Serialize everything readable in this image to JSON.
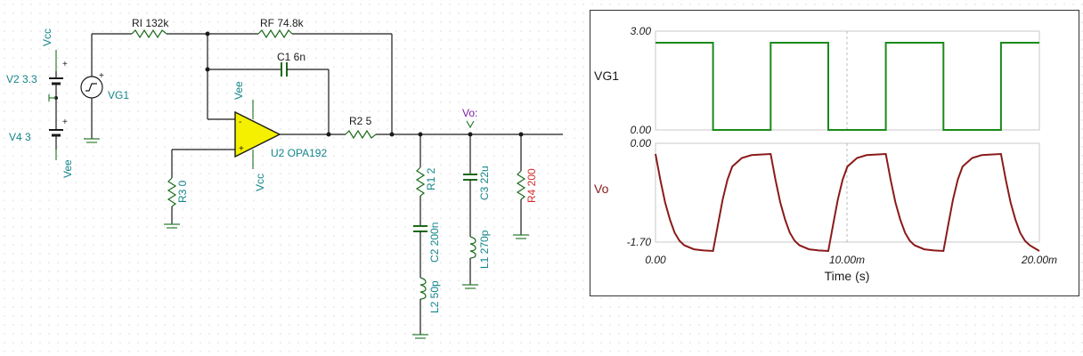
{
  "schematic": {
    "components": {
      "vcc_top": "Vcc",
      "vee_bottom": "Vee",
      "v2": "V2 3.3",
      "v4": "V4 3",
      "vg1": "VG1",
      "ri": "RI 132k",
      "rf": "RF 74.8k",
      "c1": "C1 6n",
      "opamp_vee": "Vee",
      "opamp_vcc": "Vcc",
      "u2": "U2 OPA192",
      "r2": "R2 5",
      "r3": "R3 0",
      "vo_probe": "Vo:",
      "r1": "R1 2",
      "c2": "C2 200n",
      "l2": "L2 50p",
      "c3": "C3 22u",
      "l1": "L1 270p",
      "r4": "R4 200",
      "plus": "+",
      "minus": "-"
    }
  },
  "chart_data": [
    {
      "type": "line",
      "title": "",
      "ylabel": "VG1",
      "xlabel": "",
      "ylim": [
        0,
        3
      ],
      "yticks": [
        "3.00",
        "0.00"
      ],
      "color": "#1a8a1a",
      "x": [
        0,
        3.0,
        3.0,
        6.0,
        6.0,
        9.0,
        9.0,
        12.0,
        12.0,
        15.0,
        15.0,
        18.0,
        18.0,
        20.0
      ],
      "y": [
        3,
        3,
        0,
        0,
        3,
        3,
        0,
        0,
        3,
        3,
        0,
        0,
        3,
        3
      ]
    },
    {
      "type": "line",
      "title": "",
      "ylabel": "Vo",
      "xlabel": "Time (s)",
      "ylim": [
        -1.7,
        0
      ],
      "yticks": [
        "0.00",
        "-1.70"
      ],
      "xticks": [
        "0.00",
        "10.00m",
        "20.00m"
      ],
      "xlim": [
        0,
        20
      ],
      "color": "#8b1a1a",
      "x": [
        0,
        0.25,
        0.5,
        0.75,
        1.0,
        1.25,
        1.5,
        2.0,
        2.5,
        3.0,
        3.25,
        3.5,
        3.75,
        4.0,
        4.5,
        5.0,
        5.5,
        6.0,
        6.25,
        6.5,
        6.75,
        7.0,
        7.25,
        7.5,
        8.0,
        8.5,
        9.0,
        9.25,
        9.5,
        9.75,
        10.0,
        10.5,
        11.0,
        11.5,
        12.0,
        12.25,
        12.5,
        12.75,
        13.0,
        13.25,
        13.5,
        14.0,
        14.5,
        15.0,
        15.25,
        15.5,
        15.75,
        16.0,
        16.5,
        17.0,
        17.5,
        18.0,
        18.25,
        18.5,
        18.75,
        19.0,
        19.25,
        19.5,
        20.0
      ],
      "y": [
        0,
        -0.45,
        -0.85,
        -1.15,
        -1.38,
        -1.52,
        -1.6,
        -1.67,
        -1.69,
        -1.7,
        -1.25,
        -0.8,
        -0.45,
        -0.22,
        -0.07,
        -0.02,
        -0.01,
        0,
        -0.45,
        -0.85,
        -1.15,
        -1.38,
        -1.52,
        -1.6,
        -1.67,
        -1.69,
        -1.7,
        -1.25,
        -0.8,
        -0.45,
        -0.22,
        -0.07,
        -0.02,
        -0.01,
        0,
        -0.45,
        -0.85,
        -1.15,
        -1.38,
        -1.52,
        -1.6,
        -1.67,
        -1.69,
        -1.7,
        -1.25,
        -0.8,
        -0.45,
        -0.22,
        -0.07,
        -0.02,
        -0.01,
        0,
        -0.45,
        -0.85,
        -1.15,
        -1.38,
        -1.52,
        -1.6,
        -1.7
      ]
    }
  ]
}
